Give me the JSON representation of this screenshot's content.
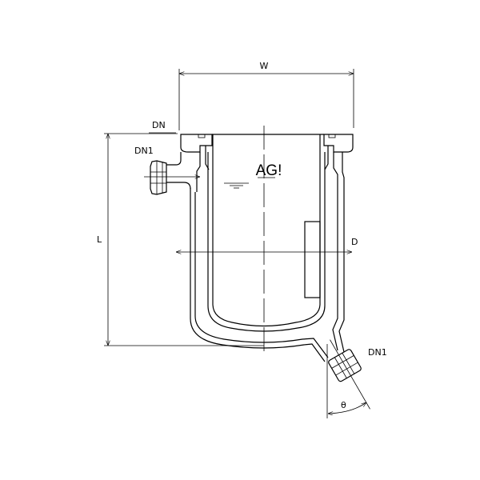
{
  "drawing": {
    "labels": {
      "width": "W",
      "flange": "DN",
      "side_nozzle": "DN1",
      "bottom_nozzle": "DN1",
      "length": "L",
      "diameter": "D",
      "angle": "θ"
    },
    "logo": "AG!",
    "line_color": "#000000",
    "background": "#ffffff"
  }
}
